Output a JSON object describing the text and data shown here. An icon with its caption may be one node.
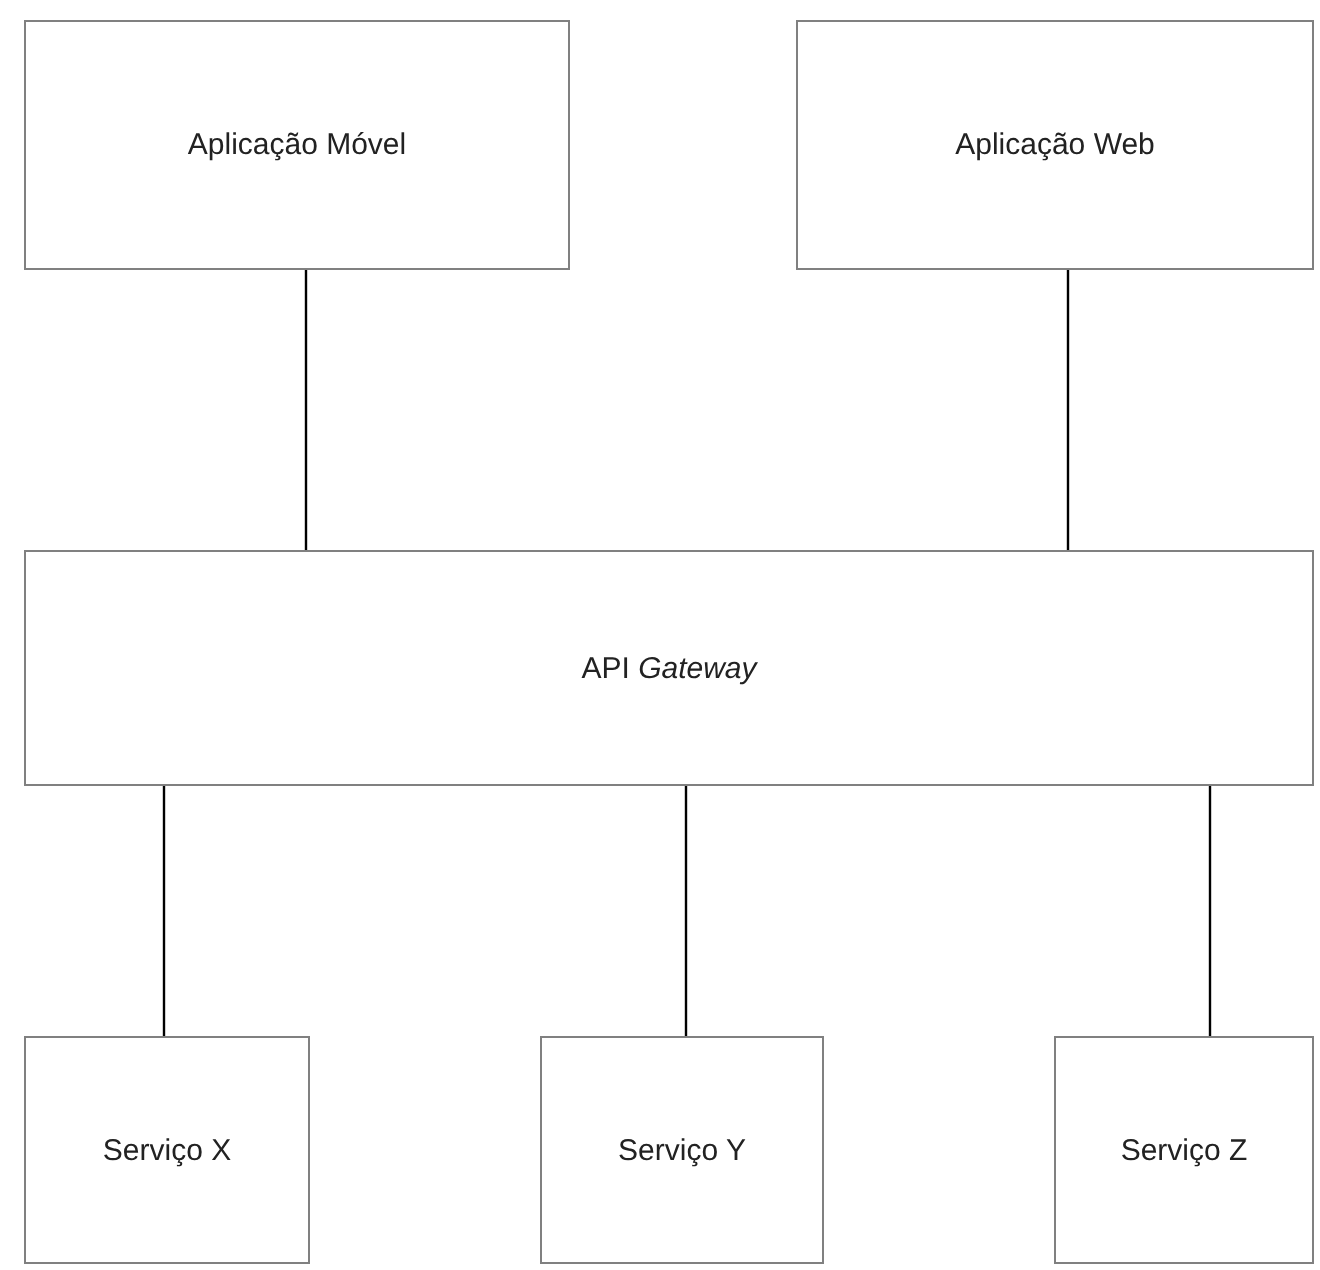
{
  "diagram": {
    "nodes": [
      {
        "text": [
          "Aplicação Móvel"
        ]
      },
      {
        "text": [
          "Aplicação Web"
        ]
      },
      {
        "text": [
          "API *Gateway*"
        ]
      },
      {
        "text": [
          "Serviço X"
        ]
      },
      {
        "text": [
          "Serviço Y"
        ]
      },
      {
        "text": [
          "Serviço Z"
        ]
      }
    ],
    "edges": [
      {
        "from": 0,
        "to": 2,
        "arrow": "none"
      },
      {
        "from": 1,
        "to": 2,
        "arrow": "none"
      },
      {
        "from": 2,
        "to": 3,
        "arrow": "none"
      },
      {
        "from": 2,
        "to": 4,
        "arrow": "none"
      },
      {
        "from": 2,
        "to": 5,
        "arrow": "none"
      }
    ]
  }
}
